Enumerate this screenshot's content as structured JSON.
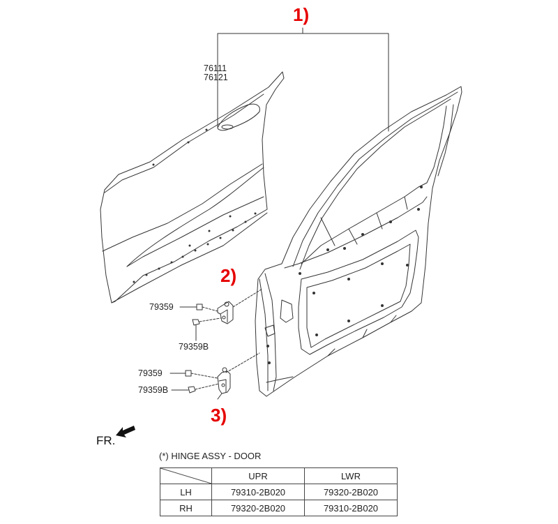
{
  "colors": {
    "callout": "#e60000",
    "line": "#333333"
  },
  "callouts": [
    "1)",
    "2)",
    "3)"
  ],
  "part_numbers": {
    "door_panel_a": "76111",
    "door_panel_b": "76121",
    "bolt_upper": "79359",
    "bolt_upper_b": "79359B",
    "bolt_lower": "79359",
    "bolt_lower_b": "79359B"
  },
  "direction_label": "FR.",
  "direction_icon": "arrow-icon",
  "legend": "(*) HINGE ASSY - DOOR",
  "table": {
    "headers": [
      "",
      "UPR",
      "LWR"
    ],
    "rows": [
      {
        "side": "LH",
        "upr": "79310-2B020",
        "lwr": "79320-2B020"
      },
      {
        "side": "RH",
        "upr": "79320-2B020",
        "lwr": "79310-2B020"
      }
    ]
  }
}
